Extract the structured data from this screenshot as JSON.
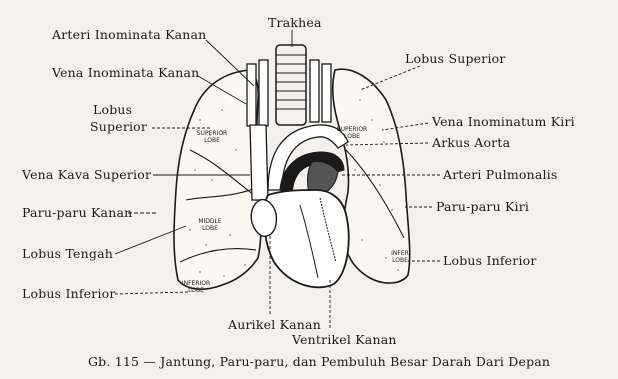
{
  "diagram": {
    "labels": {
      "arteri_inominata_kanan": "Arteri Inominata Kanan",
      "trakhea": "Trakhea",
      "lobus_superior_right_top": "Lobus Superior",
      "vena_inominata_kanan": "Vena Inominata Kanan",
      "lobus_superior_left_line1": "Lobus",
      "lobus_superior_left_line2": "Superior",
      "vena_inominatum_kiri": "Vena Inominatum Kiri",
      "arkus_aorta": "Arkus Aorta",
      "vena_kava_superior": "Vena Kava Superior",
      "arteri_pulmonalis": "Arteri Pulmonalis",
      "paru_paru_kanan": "Paru-paru Kanan",
      "paru_paru_kiri": "Paru-paru Kiri",
      "lobus_tengah": "Lobus Tengah",
      "lobus_inferior_right": "Lobus Inferior",
      "lobus_inferior_left": "Lobus Inferior",
      "aurikel_kanan": "Aurikel Kanan",
      "ventrikel_kanan": "Ventrikel Kanan"
    },
    "lobe_texts": {
      "superior_lobe_left_1": "SUPERIOR",
      "superior_lobe_left_2": "LOBE",
      "superior_lobe_right_1": "SUPERIOR",
      "superior_lobe_right_2": "LOBE",
      "middle_lobe_1": "MIDDLE",
      "middle_lobe_2": "LOBE",
      "inferior_lobe_left_1": "INFERIOR",
      "inferior_lobe_left_2": "LOBE",
      "inferior_lobe_right_1": "INFER",
      "inferior_lobe_right_2": "LOBE"
    },
    "caption": "Gb. 115 — Jantung, Paru-paru, dan Pembuluh Besar Darah Dari Depan"
  }
}
